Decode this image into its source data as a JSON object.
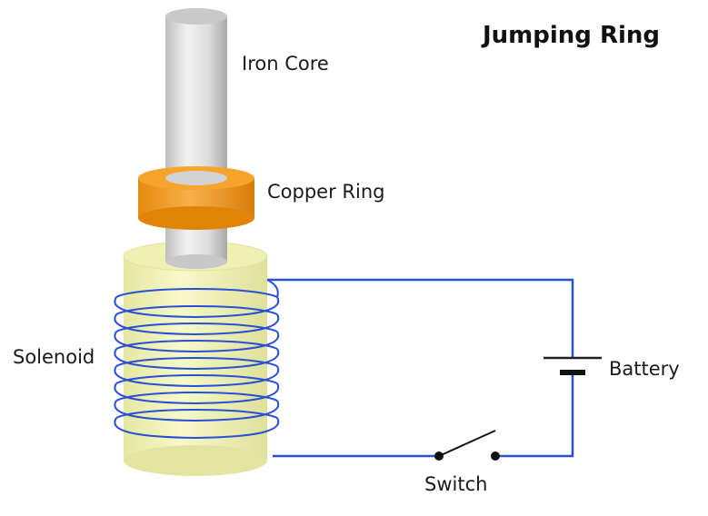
{
  "title": "Jumping Ring",
  "labels": {
    "iron_core": "Iron Core",
    "copper_ring": "Copper Ring",
    "solenoid": "Solenoid",
    "battery": "Battery",
    "switch": "Switch"
  },
  "colors": {
    "wire": "#2a4fd6",
    "coil_body": "#f3f6b9",
    "copper": "#f49a17",
    "iron": "#d9d9d9"
  }
}
